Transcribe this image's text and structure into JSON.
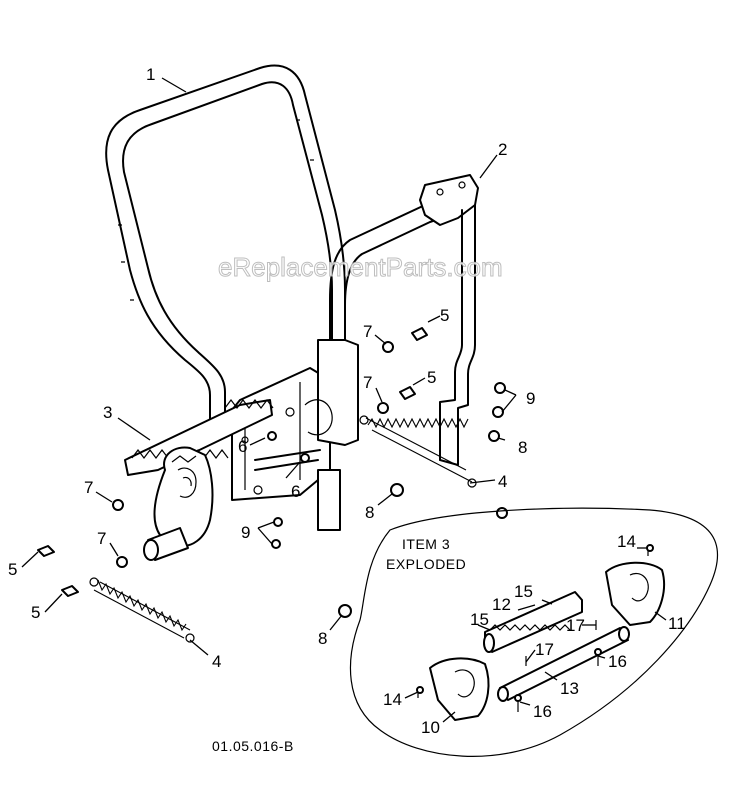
{
  "watermark": "eReplacementParts.com",
  "drawing_number": "01.05.016-B",
  "inset_title_line1": "ITEM 3",
  "inset_title_line2": "EXPLODED",
  "callouts": {
    "c1": "1",
    "c2": "2",
    "c3": "3",
    "c4a": "4",
    "c4b": "4",
    "c5a": "5",
    "c5b": "5",
    "c5c": "5",
    "c5d": "5",
    "c6a": "6",
    "c6b": "6",
    "c7a": "7",
    "c7b": "7",
    "c7c": "7",
    "c7d": "7",
    "c8a": "8",
    "c8b": "8",
    "c8c": "8",
    "c9a": "9",
    "c9b": "9",
    "c10": "10",
    "c11": "11",
    "c12": "12",
    "c13": "13",
    "c14a": "14",
    "c14b": "14",
    "c15a": "15",
    "c15b": "15",
    "c16a": "16",
    "c16b": "16",
    "c17a": "17",
    "c17b": "17"
  }
}
